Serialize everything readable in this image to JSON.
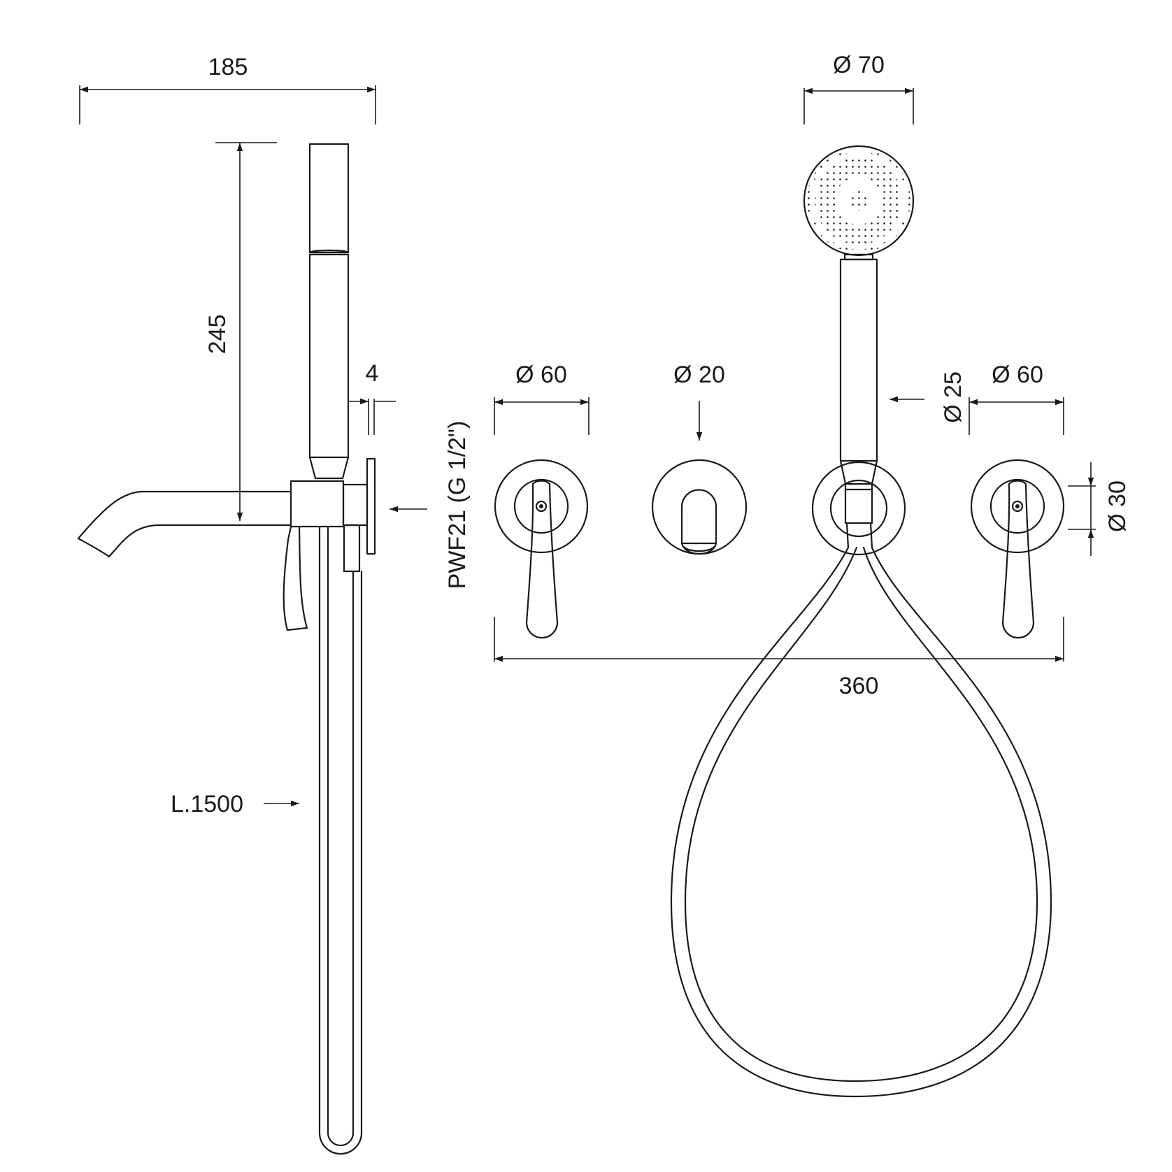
{
  "dimensions": {
    "width_185": "185",
    "height_245": "245",
    "thickness_4": "4",
    "hose_length": "L.1500",
    "dia_60_left": "Ø 60",
    "dia_20": "Ø 20",
    "dia_70": "Ø 70",
    "dia_25": "Ø 25",
    "dia_60_right": "Ø 60",
    "dia_30": "Ø 30",
    "width_360": "360",
    "connection": "PWF21 (G 1/2\")"
  },
  "colors": {
    "line": "#1a1a1a",
    "background": "#ffffff"
  }
}
